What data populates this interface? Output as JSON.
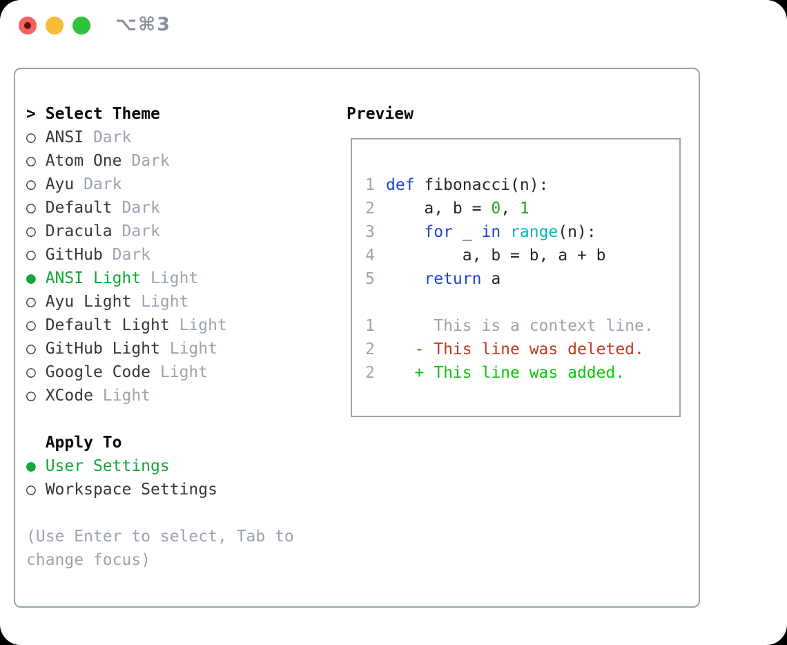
{
  "window": {
    "title": "⌥⌘3"
  },
  "traffic_lights": {
    "close": "close-button",
    "minimize": "minimize-button",
    "zoom": "zoom-button"
  },
  "bullets": {
    "selected": "●",
    "unselected": "○",
    "header_prefix": ">"
  },
  "theme_panel": {
    "header": "Select Theme",
    "themes": [
      {
        "name": "ANSI",
        "tag": "Dark",
        "selected": false
      },
      {
        "name": "Atom One",
        "tag": "Dark",
        "selected": false
      },
      {
        "name": "Ayu",
        "tag": "Dark",
        "selected": false
      },
      {
        "name": "Default",
        "tag": "Dark",
        "selected": false
      },
      {
        "name": "Dracula",
        "tag": "Dark",
        "selected": false
      },
      {
        "name": "GitHub",
        "tag": "Dark",
        "selected": false
      },
      {
        "name": "ANSI Light",
        "tag": "Light",
        "selected": true
      },
      {
        "name": "Ayu Light",
        "tag": "Light",
        "selected": false
      },
      {
        "name": "Default Light",
        "tag": "Light",
        "selected": false
      },
      {
        "name": "GitHub Light",
        "tag": "Light",
        "selected": false
      },
      {
        "name": "Google Code",
        "tag": "Light",
        "selected": false
      },
      {
        "name": "XCode",
        "tag": "Light",
        "selected": false
      }
    ],
    "apply_to": {
      "header": "Apply To",
      "options": [
        {
          "name": "User Settings",
          "selected": true
        },
        {
          "name": "Workspace Settings",
          "selected": false
        }
      ]
    },
    "help": [
      "(Use Enter to select, Tab to",
      "change focus)"
    ]
  },
  "preview": {
    "header": "Preview",
    "code_lines": [
      {
        "num": "1",
        "segments": [
          {
            "text": "def",
            "style": "kw"
          },
          {
            "text": " fibonacci(n):",
            "style": "plain"
          }
        ]
      },
      {
        "num": "2",
        "segments": [
          {
            "text": "    a, b = ",
            "style": "plain"
          },
          {
            "text": "0",
            "style": "num"
          },
          {
            "text": ", ",
            "style": "plain"
          },
          {
            "text": "1",
            "style": "num"
          }
        ]
      },
      {
        "num": "3",
        "segments": [
          {
            "text": "    ",
            "style": "plain"
          },
          {
            "text": "for",
            "style": "kw"
          },
          {
            "text": " _ ",
            "style": "plain"
          },
          {
            "text": "in",
            "style": "kw"
          },
          {
            "text": " ",
            "style": "plain"
          },
          {
            "text": "range",
            "style": "builtin"
          },
          {
            "text": "(n):",
            "style": "plain"
          }
        ]
      },
      {
        "num": "4",
        "segments": [
          {
            "text": "        a, b = b, a + b",
            "style": "plain"
          }
        ]
      },
      {
        "num": "5",
        "segments": [
          {
            "text": "    ",
            "style": "plain"
          },
          {
            "text": "return",
            "style": "kw"
          },
          {
            "text": " a",
            "style": "plain"
          }
        ]
      },
      {
        "num": "",
        "segments": []
      },
      {
        "num": "1",
        "segments": [
          {
            "text": "     This is a context line.",
            "style": "ctx"
          }
        ]
      },
      {
        "num": "2",
        "segments": [
          {
            "text": "   - This line was deleted.",
            "style": "del"
          }
        ]
      },
      {
        "num": "2",
        "segments": [
          {
            "text": "   + This line was added.",
            "style": "add"
          }
        ]
      }
    ]
  },
  "colors": {
    "border_gray": "#9aa3ae",
    "selected_green": "#12a63c",
    "keyword_blue": "#1b43d2",
    "builtin_cyan": "#00b6c0",
    "number_green": "#0cb00c",
    "deleted_red": "#c13a1e",
    "added_green": "#0cc50c",
    "muted_gray": "#9aa4b0",
    "text_dark": "#33383d",
    "traffic_red": "#f5615c",
    "traffic_yellow": "#f9bb36",
    "traffic_green": "#30c13e"
  }
}
